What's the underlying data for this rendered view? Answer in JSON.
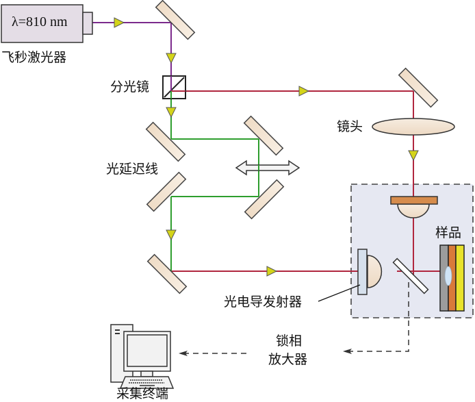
{
  "diagram": {
    "title": "THz emission setup",
    "colors": {
      "violet_beam": "#7b2a8c",
      "red_beam": "#b0263e",
      "green_beam": "#2e9e2e",
      "arrow_fill": "#d4d41a",
      "mirror_fill": "#f0e0cc",
      "laser_fill": "#e4dde6",
      "box_fill": "#e6e8f2",
      "sample_grey": "#9c9c9c",
      "sample_orange": "#d97a3a",
      "sample_yellow": "#e8e22c",
      "focus_mirror": "#d68c4c"
    },
    "laser": {
      "wavelength_label": "λ=810 nm",
      "name": "飞秒激光器"
    },
    "labels": {
      "beam_splitter": "分光镜",
      "lens": "镜头",
      "delay_line": "光延迟线",
      "sample": "样品",
      "emitter": "光电导发射器",
      "lockin_line1": "锁相",
      "lockin_line2": "放大器",
      "terminal": "采集终端"
    }
  }
}
